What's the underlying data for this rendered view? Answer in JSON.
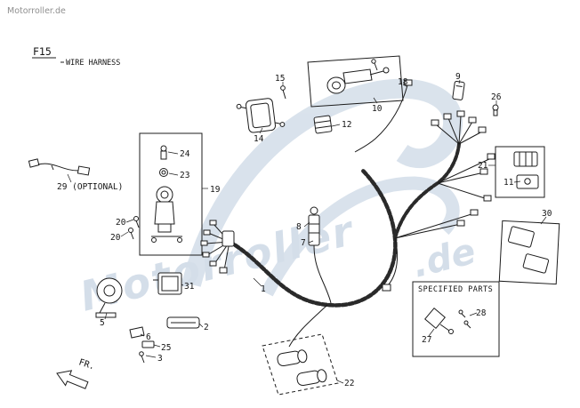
{
  "brand": "Motorroller.de",
  "title": {
    "code": "F15",
    "name": "WIRE HARNESS"
  },
  "watermark": {
    "text": "Motorroller",
    "suffix": ".de"
  },
  "specified_parts_title": "SPECIFIED PARTS",
  "fr_label": "FR.",
  "labels": {
    "p1": "1",
    "p2": "2",
    "p3": "3",
    "p5": "5",
    "p6": "6",
    "p7": "7",
    "p8": "8",
    "p9": "9",
    "p10": "10",
    "p11": "11",
    "p12": "12",
    "p14": "14",
    "p15": "15",
    "p18": "18",
    "p19": "19",
    "p20": "20",
    "p21": "21",
    "p22": "22",
    "p23": "23",
    "p24": "24",
    "p25": "25",
    "p26": "26",
    "p27": "27",
    "p28": "28",
    "p29": "29 (OPTIONAL)",
    "p30": "30",
    "p31": "31"
  },
  "colors": {
    "line": "#1c1c1c",
    "watermark_blue": "#c6d3e2",
    "brand_gray": "#8f8f8f",
    "background": "#ffffff"
  }
}
